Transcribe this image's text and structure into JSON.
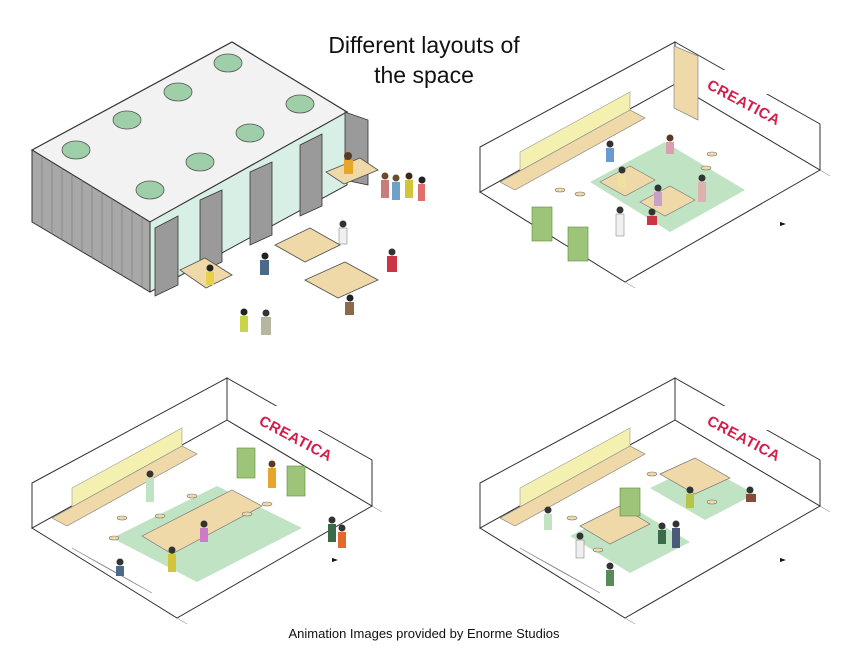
{
  "heading": {
    "line1": "Different layouts of",
    "line2": "the space"
  },
  "caption": "Animation Images provided by Enorme Studios",
  "sign_text": "CREATICA",
  "colors": {
    "sign": "#d81b4a",
    "floor_mat": "#bfe3c3",
    "wall_window": "#f4f0b0",
    "glass": "#d8efe6",
    "furniture": "#efd9a8",
    "roof_light": "#9fcfa9",
    "facade": "#9a9a9a"
  },
  "scenes": [
    {
      "name": "exterior-closed-pavilion"
    },
    {
      "name": "layout-open-workshop"
    },
    {
      "name": "layout-long-table"
    },
    {
      "name": "layout-island-tables"
    }
  ]
}
